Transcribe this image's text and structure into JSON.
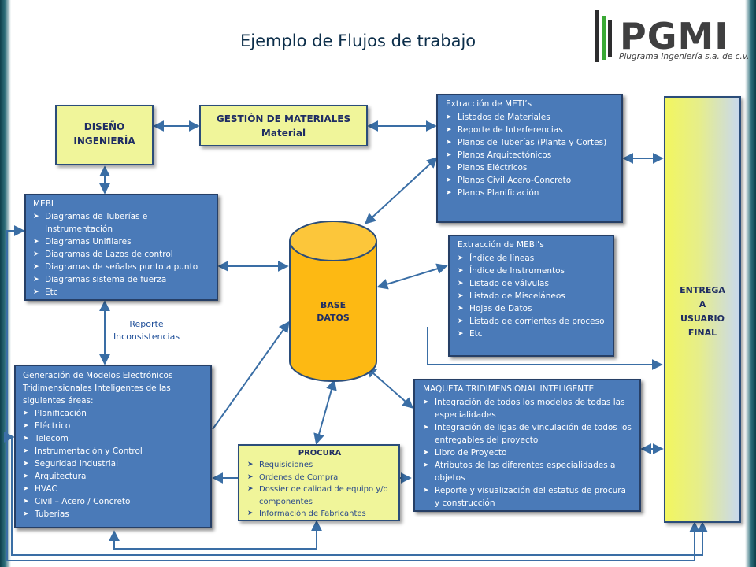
{
  "title": "Ejemplo de Flujos de trabajo",
  "logo": {
    "mark": "PGMI",
    "company": "Plugrama Ingeniería s.a. de c.v."
  },
  "diseno": {
    "label": "DISEÑO\nINGENIERÍA"
  },
  "gestion": {
    "title": "GESTIÓN DE MATERIALES",
    "subtitle": "Material"
  },
  "metis": {
    "title": "Extracción de METI’s",
    "items": [
      "Listados de Materiales",
      "Reporte de Interferencias",
      "Planos de Tuberías (Planta y Cortes)",
      "Planos Arquitectónicos",
      "Planos Eléctricos",
      "Planos Civil Acero-Concreto",
      "Planos Planificación"
    ]
  },
  "mebi": {
    "title": "MEBI",
    "items": [
      "Diagramas de Tuberías e Instrumentación",
      "Diagramas Unifilares",
      "Diagramas de Lazos de control",
      "Diagramas de señales punto a punto",
      "Diagramas  sistema de fuerza",
      "Etc"
    ]
  },
  "mebis_ext": {
    "title": "Extracción de MEBI’s",
    "items": [
      "Índice de líneas",
      "Índice de Instrumentos",
      "Listado de válvulas",
      "Listado de Misceláneos",
      "Hojas de Datos",
      "Listado de corrientes de proceso",
      "Etc"
    ]
  },
  "database": {
    "label": "BASE\nDATOS"
  },
  "entrega": {
    "label": "ENTREGA\nA\nUSUARIO\nFINAL"
  },
  "reporte": {
    "label": "Reporte\nInconsistencias"
  },
  "modelos": {
    "title": "Generación de Modelos Electrónicos Tridimensionales Inteligentes de las siguientes áreas:",
    "items": [
      "Planificación",
      "Eléctrico",
      "Telecom",
      "Instrumentación y Control",
      "Seguridad Industrial",
      "Arquitectura",
      "HVAC",
      "Civil – Acero / Concreto",
      "Tuberías"
    ]
  },
  "procura": {
    "title": "PROCURA",
    "items": [
      "Requisiciones",
      "Ordenes de Compra",
      "Dossier de calidad de equipo y/o componentes",
      "Información de Fabricantes"
    ]
  },
  "maqueta": {
    "title": "MAQUETA TRIDIMENSIONAL  INTELIGENTE",
    "items": [
      "Integración de todos los modelos de todas las especialidades",
      "Integración de ligas de vinculación de todos los entregables del proyecto",
      "Libro de Proyecto",
      "Atributos de las diferentes especialidades a objetos",
      "Reporte y visualización del estatus de procura y construcción"
    ]
  },
  "colors": {
    "blue_box": "#4a7ab8",
    "yellow_box": "#f0f59a",
    "database": "#fdb913",
    "arrow": "#3a6ea5"
  }
}
